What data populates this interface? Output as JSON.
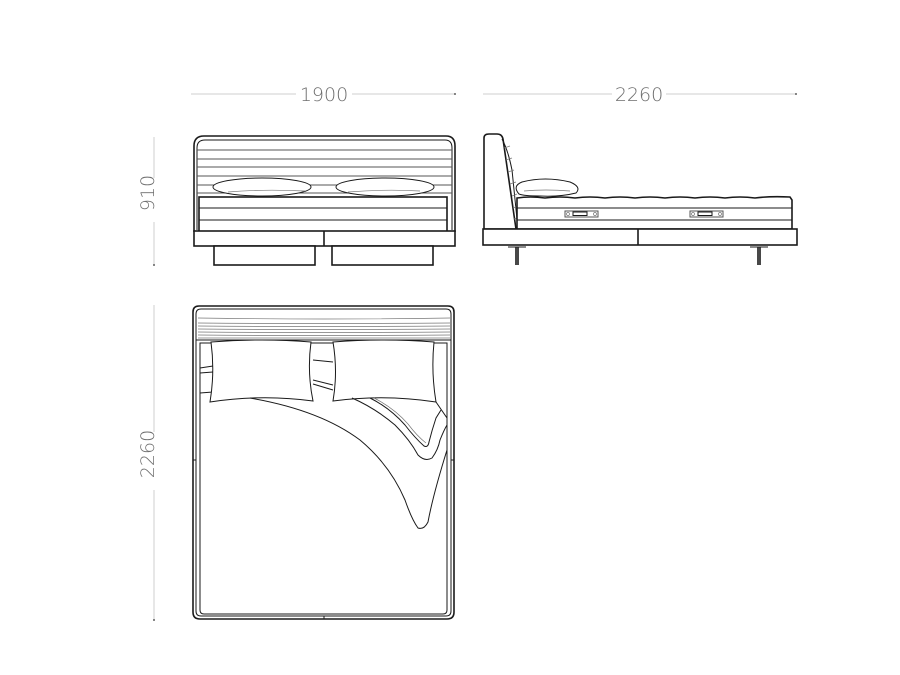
{
  "drawing": {
    "subject": "bed",
    "views": {
      "front": {
        "label": "front-elevation"
      },
      "side": {
        "label": "side-elevation"
      },
      "plan": {
        "label": "top-plan"
      }
    }
  },
  "dimensions": {
    "front_width": "1900",
    "side_length": "2260",
    "front_height": "910",
    "plan_length": "2260"
  },
  "colors": {
    "line": "#1a1a1a",
    "dimension_line": "#cfcfcf",
    "dimension_text": "#6e6e6e",
    "background": "#ffffff"
  }
}
